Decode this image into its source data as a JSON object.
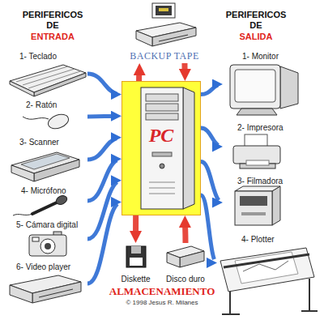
{
  "diagram": {
    "nodes": [
      {
        "text": [
          "BACKUP TAPE"
        ]
      },
      {
        "text": [
          "1- Teclado"
        ]
      },
      {
        "text": [
          "2- Ratón"
        ]
      },
      {
        "text": [
          "3- Scanner"
        ]
      },
      {
        "text": [
          "4- Micrófono"
        ]
      },
      {
        "text": [
          "5- Cámara digital"
        ]
      },
      {
        "text": [
          "6- Video player"
        ]
      },
      {
        "text": [
          "PC"
        ]
      },
      {
        "text": [
          "1- Monitor"
        ]
      },
      {
        "text": [
          "2- Impresora"
        ]
      },
      {
        "text": [
          "3- Filmadora"
        ]
      },
      {
        "text": [
          "4- Plotter"
        ]
      },
      {
        "text": [
          "Diskette"
        ]
      },
      {
        "text": [
          "Disco duro"
        ]
      }
    ],
    "edges": [
      {
        "from": 1,
        "to": 7,
        "arrow": "to"
      },
      {
        "from": 2,
        "to": 7,
        "arrow": "to"
      },
      {
        "from": 3,
        "to": 7,
        "arrow": "to"
      },
      {
        "from": 4,
        "to": 7,
        "arrow": "to"
      },
      {
        "from": 5,
        "to": 7,
        "arrow": "to"
      },
      {
        "from": 6,
        "to": 7,
        "arrow": "to"
      },
      {
        "from": 7,
        "to": 8,
        "arrow": "to"
      },
      {
        "from": 7,
        "to": 9,
        "arrow": "to"
      },
      {
        "from": 7,
        "to": 10,
        "arrow": "to"
      },
      {
        "from": 7,
        "to": 11,
        "arrow": "to"
      },
      {
        "from": 7,
        "to": 0,
        "arrow": "to"
      },
      {
        "from": 0,
        "to": 7,
        "arrow": "to"
      },
      {
        "from": 7,
        "to": 12,
        "arrow": "to"
      },
      {
        "from": 13,
        "to": 7,
        "arrow": "to"
      }
    ],
    "labels": [
      "PERIFERICOS DE",
      "ENTRADA",
      "PERIFERICOS DE",
      "SALIDA",
      "ALMACENAMIENTO",
      "© 1998 Jesus R. Milanes"
    ]
  }
}
